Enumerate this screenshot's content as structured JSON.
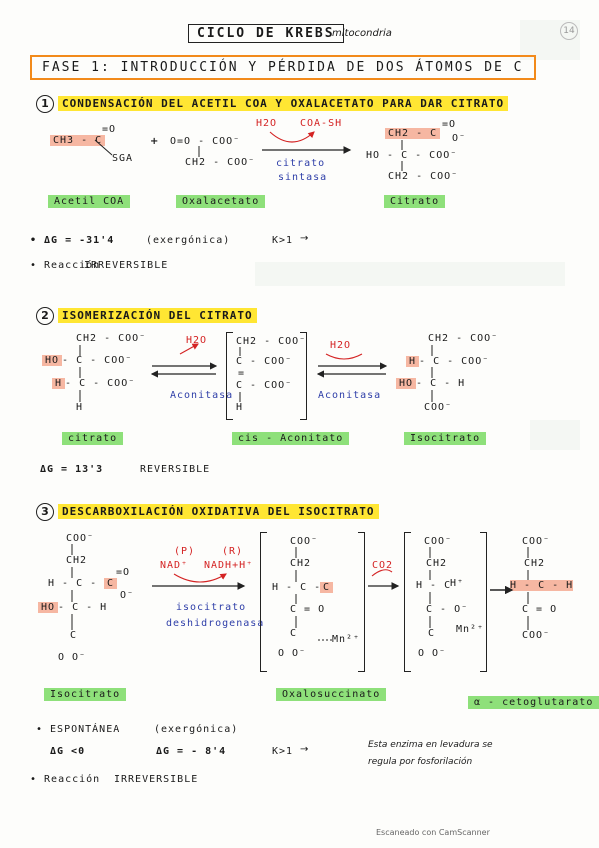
{
  "header": {
    "title": "CICLO DE KREBS",
    "subtitle": "mitocondria",
    "page_number": "14"
  },
  "phase": {
    "label": "FASE 1: INTRODUCCIÓN Y PÉRDIDA DE DOS ÁTOMOS DE C"
  },
  "step1": {
    "number": "1",
    "title": "CONDENSACIÓN DEL ACETIL COA Y OXALACETATO PARA DAR CITRATO",
    "acetyl_line1": "CH3 - C",
    "acetyl_o": "=O",
    "acetyl_line2": "SGA",
    "plus": "+",
    "oxal_line1": "O=O - COO⁻",
    "oxal_line2": "CH2 - COO⁻",
    "enzyme_top_h2o": "H2O",
    "enzyme_top_coash": "COA-SH",
    "enzyme_name1": "citrato",
    "enzyme_name2": "sintasa",
    "citrate_line1": "CH2 - C",
    "citrate_o1": "=O",
    "citrate_o2": "O⁻",
    "citrate_line2": "HO - C - COO⁻",
    "citrate_line3": "CH2 - COO⁻",
    "label_acetyl": "Acetil COA",
    "label_oxal": "Oxalacetato",
    "label_citrate": "Citrato",
    "dg": "• ΔG = -31'4",
    "dg_type": "(exergónica)",
    "k": "K>1",
    "k_arrow": "→",
    "reaction": "• Reacción",
    "reaction_type": "IRREVERSIBLE"
  },
  "step2": {
    "number": "2",
    "title": "ISOMERIZACIÓN DEL CITRATO",
    "c_line1": "CH2 - COO⁻",
    "c_line2_ho": "HO",
    "c_line2": "- C - COO⁻",
    "c_line3_h": "H",
    "c_line3": "- C - COO⁻",
    "c_line4": "H",
    "h2o_left": "H2O",
    "enzyme_left": "Aconitasa",
    "i_line1": "CH2 - COO⁻",
    "i_line2": "C - COO⁻",
    "i_line3": "C - COO⁻",
    "i_line4": "H",
    "i_dbl": "=",
    "h2o_right": "H2O",
    "enzyme_right": "Aconitasa",
    "iso_line1": "CH2 - COO⁻",
    "iso_line2_h": "H",
    "iso_line2": "- C - COO⁻",
    "iso_line3_ho": "HO",
    "iso_line3": "- C - H",
    "iso_line4": "COO⁻",
    "label_citrate": "citrato",
    "label_cis": "cis - Aconitato",
    "label_iso": "Isocitrato",
    "dg": "ΔG = 13'3",
    "reaction_type": "REVERSIBLE"
  },
  "step3": {
    "number": "3",
    "title": "DESCARBOXILACIÓN OXIDATIVA DEL ISOCITRATO",
    "a_line1": "COO⁻",
    "a_line2": "CH2",
    "a_line3_h": "H - C -",
    "a_line3_c": "C",
    "a_line3_o1": "=O",
    "a_line3_o2": "O⁻",
    "a_line4_ho": "HO",
    "a_line4": "- C - H",
    "a_line5": "C",
    "a_line6": "O      O⁻",
    "cofactor_p1": "(P)",
    "cofactor_r1": "(R)",
    "nad": "NAD⁺",
    "nadh": "NADH+H⁺",
    "enzyme1": "isocitrato",
    "enzyme2": "deshidrogenasa",
    "b_line1": "COO⁻",
    "b_line2": "CH2",
    "b_line3": "H - C -",
    "b_line3_c": "C",
    "b_line4": "C = O",
    "b_line5": "C",
    "b_line6": "O    O⁻",
    "b_mn": "Mn²⁺",
    "co2": "CO2",
    "c_line1": "COO⁻",
    "c_line2": "CH2",
    "c_line3": "H - C",
    "c_h": "H⁺",
    "c_line4": "C - O⁻",
    "c_line5": "C",
    "c_line6": "O    O⁻",
    "c_mn": "Mn²⁺",
    "d_line1": "COO⁻",
    "d_line2": "CH2",
    "d_line3": "H - C - H",
    "d_line4": "C = O",
    "d_line5": "COO⁻",
    "label_iso": "Isocitrato",
    "label_oxalo": "Oxalosuccinato",
    "label_akg": "α - cetoglutarato",
    "spont": "• ESPONTÁNEA",
    "spont_type": "(exergónica)",
    "dg_rule": "ΔG <0",
    "dg": "ΔG = - 8'4",
    "k": "K>1",
    "k_arrow": "→",
    "note_line1": "Esta enzima en levadura se",
    "note_line2": "regula por fosforilación",
    "reaction": "• Reacción",
    "reaction_type": "IRREVERSIBLE"
  },
  "footer": {
    "text": "Escaneado con CamScanner"
  },
  "colors": {
    "highlight_yellow": "#ffe633",
    "highlight_green": "#8ee07a",
    "highlight_pink": "#f6b7a2",
    "phase_border": "#f28a1a",
    "annotation_red": "#d42323",
    "annotation_blue": "#2e3ea8"
  }
}
